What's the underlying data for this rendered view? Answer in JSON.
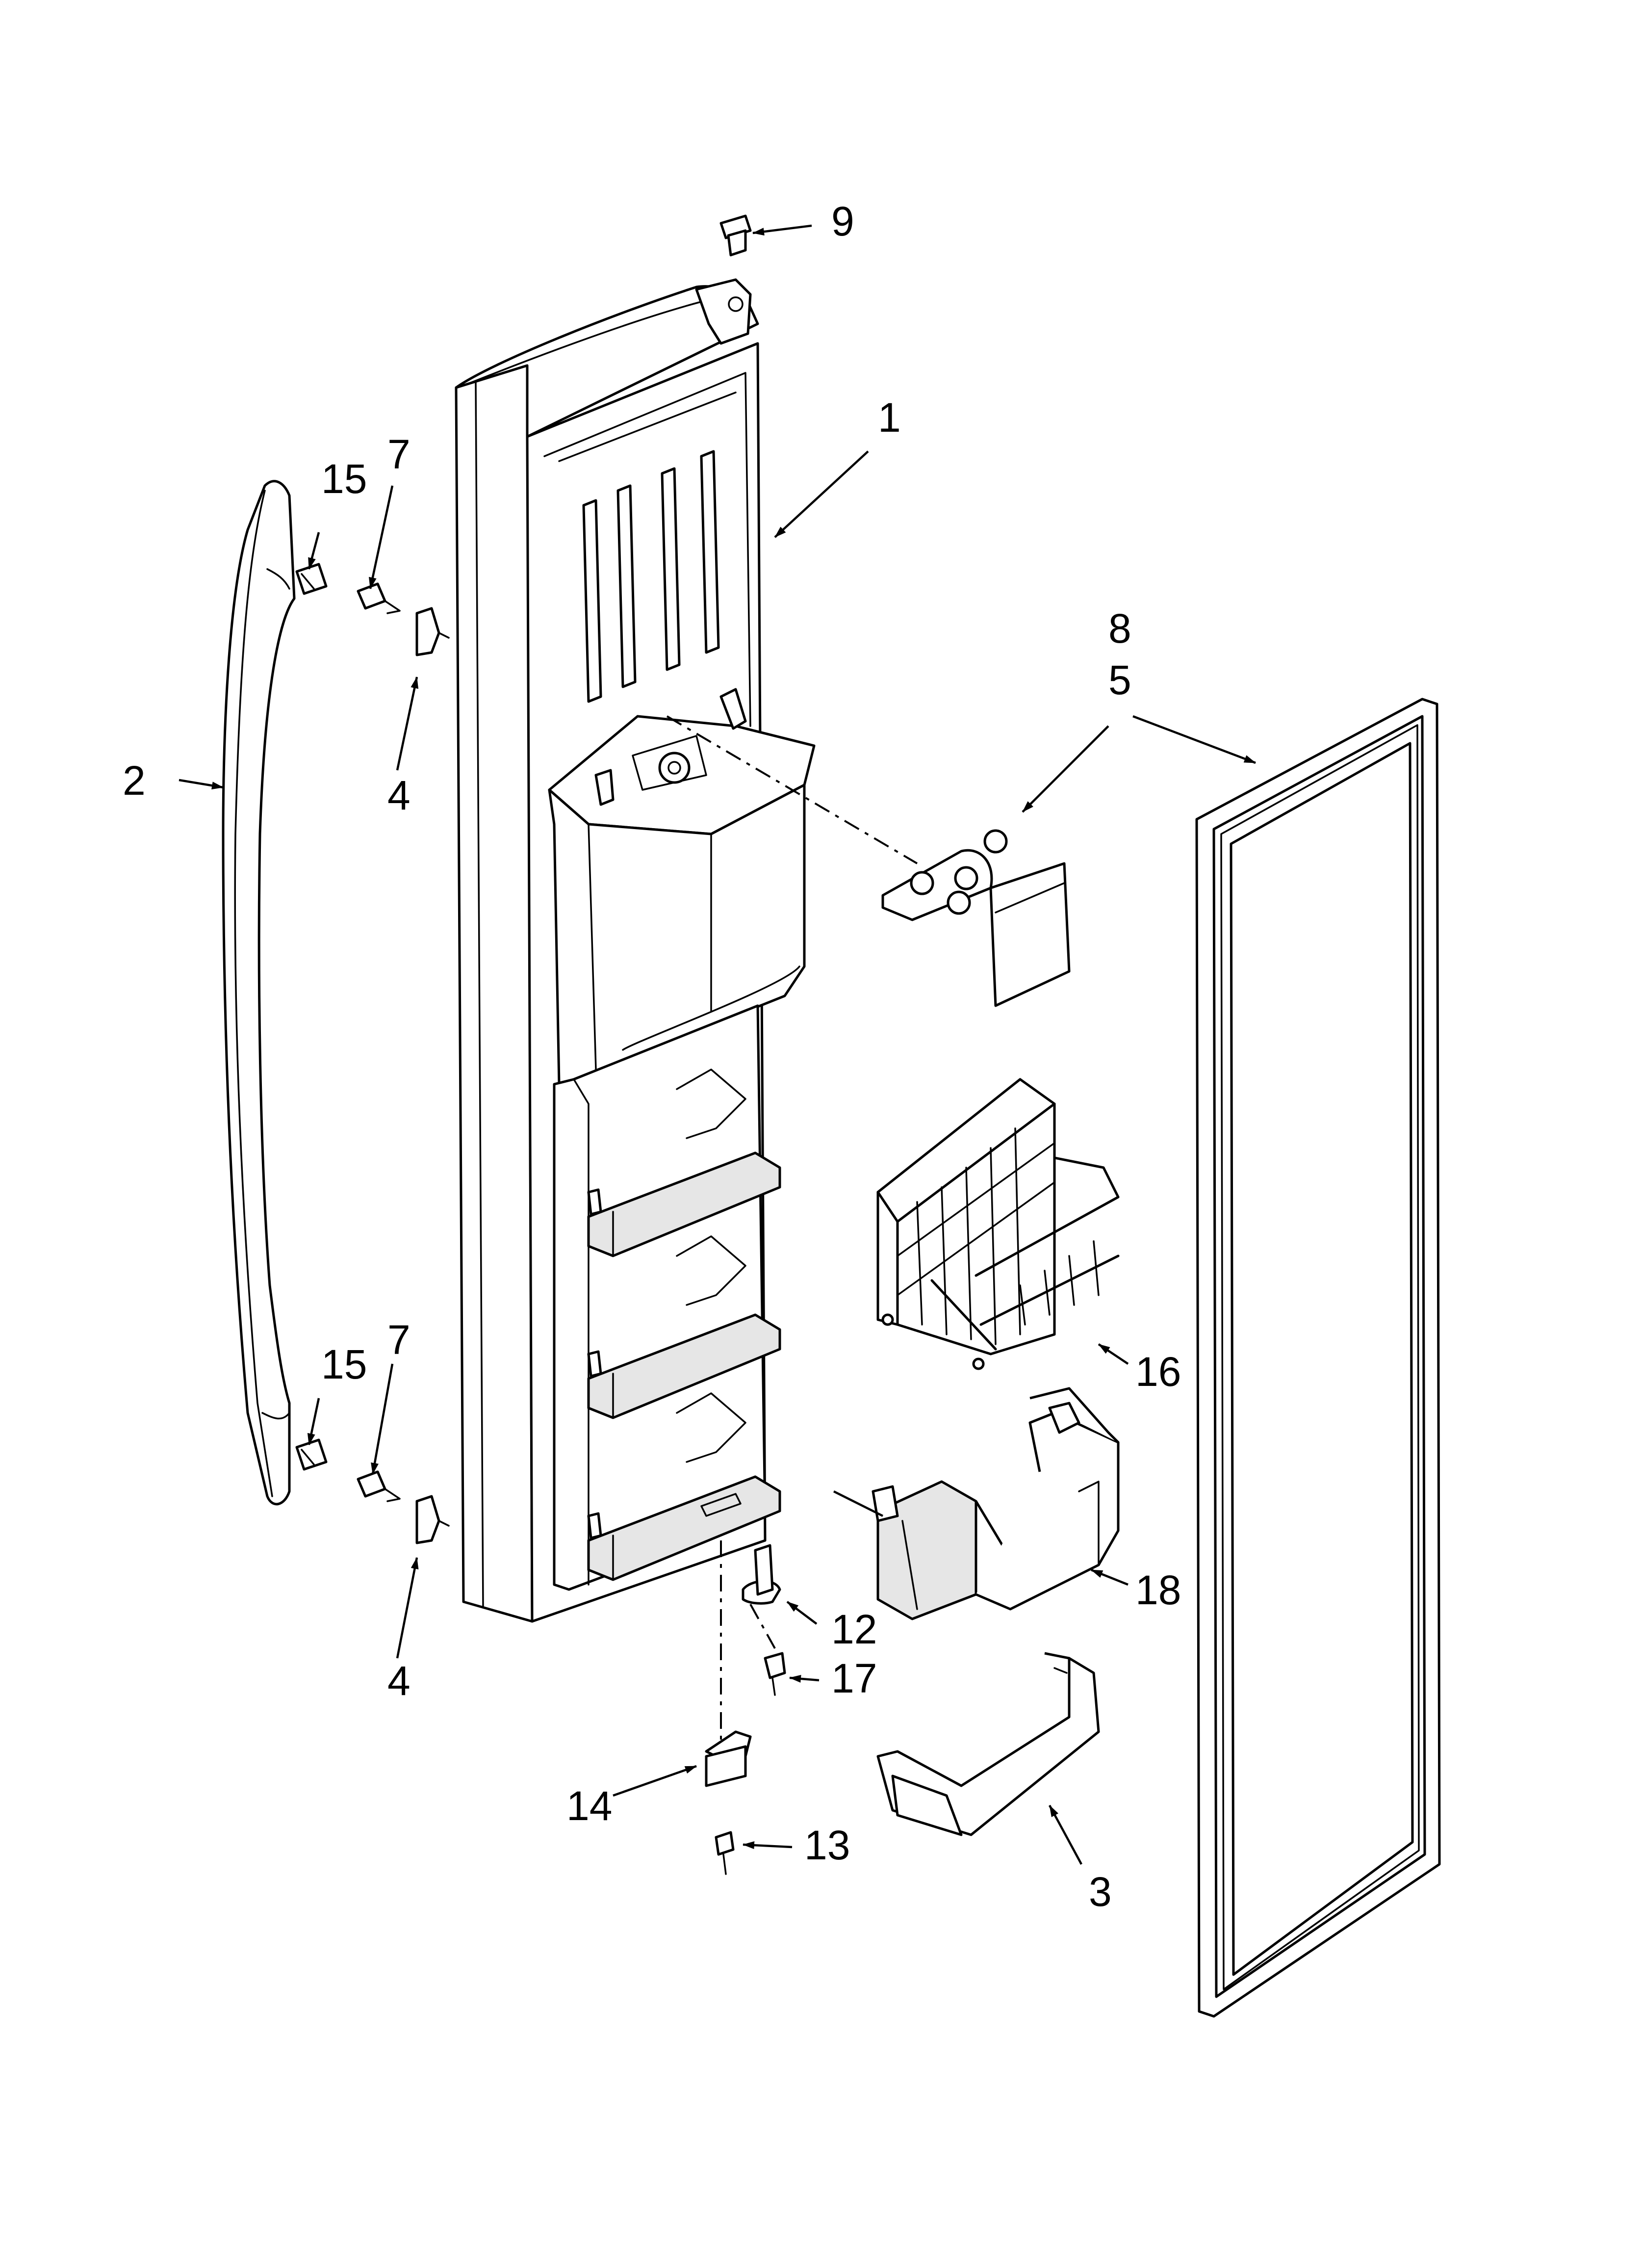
{
  "callouts": {
    "door": "1",
    "handle": "2",
    "lower_bin": "3",
    "clip_upper": "4",
    "clip_lower": "4",
    "plate": "5",
    "screw_upper": "7",
    "screw_lower": "7",
    "gasket": "8",
    "top_pin": "9",
    "hinge_pin": "12",
    "hinge_screw": "13",
    "hinge_bracket": "14",
    "bolt_upper": "15",
    "bolt_lower": "15",
    "basket": "16",
    "bracket_screw": "17",
    "bin_holder": "18"
  }
}
